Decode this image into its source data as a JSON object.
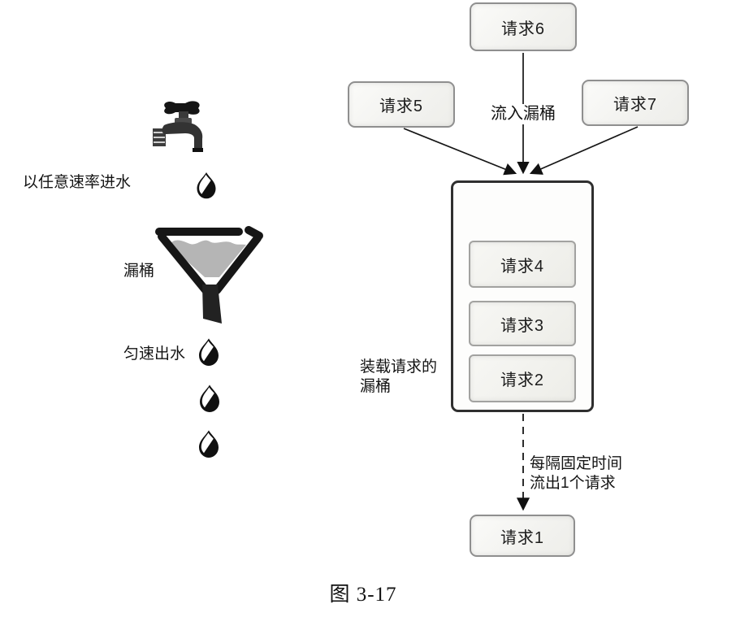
{
  "figure_caption": "图 3-17",
  "left": {
    "inflow_label": "以任意速率进水",
    "funnel_label": "漏桶",
    "outflow_label": "匀速出水"
  },
  "right": {
    "requests_in": [
      {
        "id": "req5",
        "label": "请求5"
      },
      {
        "id": "req6",
        "label": "请求6"
      },
      {
        "id": "req7",
        "label": "请求7"
      }
    ],
    "inflow_arrow_label": "流入漏桶",
    "bucket_caption": {
      "line1": "装载请求的",
      "line2": "漏桶"
    },
    "requests_queued": [
      {
        "id": "req4",
        "label": "请求4"
      },
      {
        "id": "req3",
        "label": "请求3"
      },
      {
        "id": "req2",
        "label": "请求2"
      }
    ],
    "outflow_caption": {
      "line1": "每隔固定时间",
      "line2": "流出1个请求"
    },
    "request_out": {
      "id": "req1",
      "label": "请求1"
    }
  },
  "colors": {
    "line": "#1a1a1a",
    "box_border": "#8f8f8f",
    "bucket_border": "#2f2f2f",
    "water_gray": "#b5b5b5",
    "ink": "#111111"
  }
}
